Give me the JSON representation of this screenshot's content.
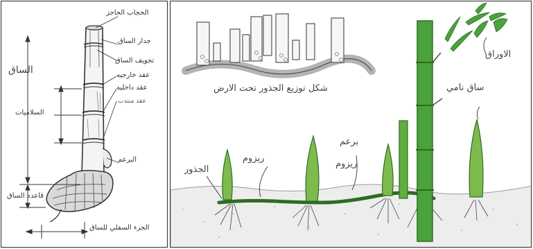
{
  "left_panel": {
    "labels": {
      "stem": "الساق",
      "internodes": "السلاميات",
      "septum": "الحجاب الحاجز",
      "stem_wall": "جدار الساق",
      "stem_cavity": "تجويف الساق",
      "outer_node": "عقد خارجيه",
      "inner_node": "عقد داخليه",
      "sheath_node": "عقد منتدب",
      "bud": "البرعم",
      "stem_base": "قاعده الساق",
      "lower_part": "الجزء السفلي للساق"
    }
  },
  "right_panel": {
    "labels": {
      "root_distribution": "شكل توزيع الجذور تحت الارض",
      "leaves": "الاوراق",
      "growing_stem": "ساق نامي",
      "bud": "برعم",
      "rhizome_1": "ريزوم",
      "rhizome_2": "ريزوم",
      "roots": "الجذور"
    }
  },
  "colors": {
    "bamboo_green": "#4aa23c",
    "bamboo_dark": "#2f6b25",
    "soil": "#ededed",
    "ink": "#333333"
  }
}
